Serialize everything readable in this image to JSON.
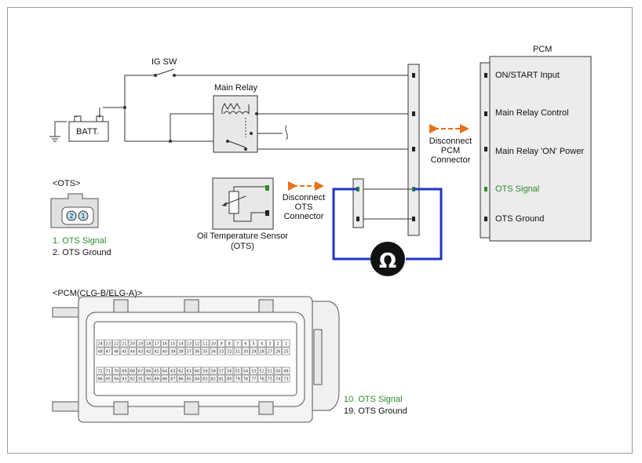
{
  "switch": {
    "label": "IG SW"
  },
  "battery": {
    "label": "BATT.",
    "neg": "-",
    "pos": "+"
  },
  "main_relay": {
    "label": "Main Relay"
  },
  "sensor": {
    "label_line1": "Oil Temperature Sensor",
    "label_line2": "(OTS)"
  },
  "disconnect_ots": {
    "line1": "Disconnect",
    "line2": "OTS",
    "line3": "Connector"
  },
  "disconnect_pcm": {
    "line1": "Disconnect",
    "line2": "PCM",
    "line3": "Connector"
  },
  "ohmmeter": {
    "symbol": "Ω"
  },
  "pcm": {
    "title": "PCM",
    "pins": [
      {
        "label": "ON/START Input"
      },
      {
        "label": "Main Relay Control"
      },
      {
        "label": "Main Relay 'ON' Power"
      },
      {
        "label": "OTS Signal"
      },
      {
        "label": "OTS Ground"
      }
    ]
  },
  "ots_connector": {
    "title": "<OTS>",
    "pin_numbers": [
      "2",
      "1"
    ],
    "legend": [
      "1. OTS Signal",
      "2. OTS Ground"
    ]
  },
  "pcm_connector": {
    "title": "<PCM(CLG-B/ELG-A)>",
    "row1": [
      "24",
      "23",
      "22",
      "21",
      "20",
      "19",
      "18",
      "17",
      "16",
      "15",
      "14",
      "13",
      "12",
      "11",
      "10",
      "9",
      "8",
      "7",
      "6",
      "5",
      "4",
      "3",
      "2",
      "1"
    ],
    "row2": [
      "48",
      "47",
      "46",
      "45",
      "44",
      "43",
      "42",
      "41",
      "40",
      "39",
      "38",
      "37",
      "36",
      "35",
      "34",
      "33",
      "32",
      "31",
      "30",
      "29",
      "28",
      "27",
      "26",
      "25"
    ],
    "row3": [
      "72",
      "71",
      "70",
      "69",
      "68",
      "67",
      "66",
      "65",
      "64",
      "63",
      "62",
      "61",
      "60",
      "59",
      "58",
      "57",
      "56",
      "55",
      "54",
      "53",
      "52",
      "51",
      "50",
      "49"
    ],
    "row4": [
      "96",
      "95",
      "94",
      "93",
      "92",
      "91",
      "90",
      "89",
      "88",
      "87",
      "86",
      "85",
      "84",
      "83",
      "82",
      "81",
      "80",
      "79",
      "78",
      "77",
      "76",
      "75",
      "74",
      "73"
    ],
    "legend": [
      "10. OTS Signal",
      "19. OTS Ground"
    ]
  },
  "colors": {
    "signal_green": "#2e8b2e",
    "meter_blue": "#1f35c8",
    "arrow_orange": "#e8701e"
  }
}
